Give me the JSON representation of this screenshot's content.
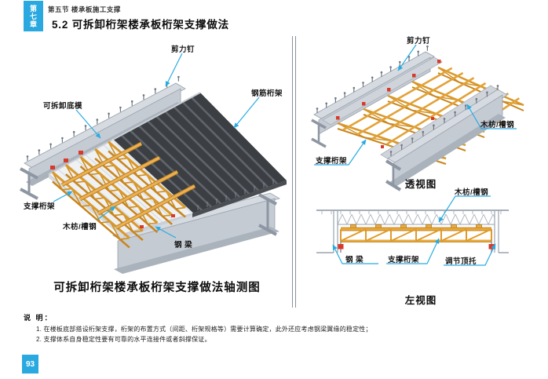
{
  "page": {
    "chapter_tab": "第七章",
    "section_header": "第五节 楼承板施工支撑",
    "title": "5.2 可拆卸桁架楼承板桁架支撑做法",
    "page_number": "93"
  },
  "colors": {
    "accent_blue": "#2aa9e0",
    "leader_line": "#29abe2",
    "truss_orange": "#e8a63c",
    "steel_gray": "#c6ccd4",
    "deck_dark": "#3b3e42",
    "jack_red": "#d9392b"
  },
  "axonometric": {
    "caption": "可拆卸桁架楼承板桁架支撑做法轴测图",
    "labels": {
      "shear_stud": "剪力钉",
      "removable_form": "可拆卸底模",
      "rebar_truss": "钢筋桁架",
      "support_truss": "支撑桁架",
      "batten": "木枋/槽钢",
      "steel_beam": "钢 梁"
    }
  },
  "perspective": {
    "caption": "透视图",
    "labels": {
      "shear_stud": "剪力钉",
      "batten": "木枋/槽钢",
      "support_truss": "支撑桁架"
    }
  },
  "left_view": {
    "caption": "左视图",
    "labels": {
      "batten": "木枋/槽钢",
      "steel_beam": "钢 梁",
      "support_truss": "支撑桁架",
      "adjustable_jack": "调节顶托"
    }
  },
  "notes": {
    "heading": "说 明：",
    "items": [
      "1. 在楼板底部搭设桁架支撑，桁架的布置方式（间距、桁架规格等）需要计算确定，此外还应考虑钢梁翼缘的稳定性；",
      "2. 支撑体系自身稳定性要有可靠的水平连接件或者斜撑保证。"
    ]
  }
}
